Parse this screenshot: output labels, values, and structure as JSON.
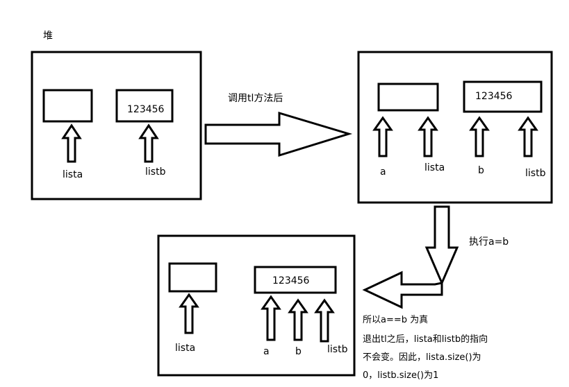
{
  "heap_label": "堆",
  "value_text": "123456",
  "arrow_caption_1": "调用tl方法后",
  "arrow_caption_2": "执行a=b",
  "panel1": {
    "label_a": "lista",
    "label_b": "listb"
  },
  "panel2": {
    "label_1": "a",
    "label_2": "lista",
    "label_3": "b",
    "label_4": "listb"
  },
  "panel3": {
    "label_1": "lista",
    "label_2": "a",
    "label_3": "b",
    "label_4": "listb"
  },
  "notes": [
    "所以a==b 为真",
    "退出tl之后，lista和listb的指向",
    "不会变。因此，lista.size()为",
    "0，listb.size()为1"
  ],
  "colors": {
    "ink": "#000000",
    "background": "#ffffff"
  }
}
